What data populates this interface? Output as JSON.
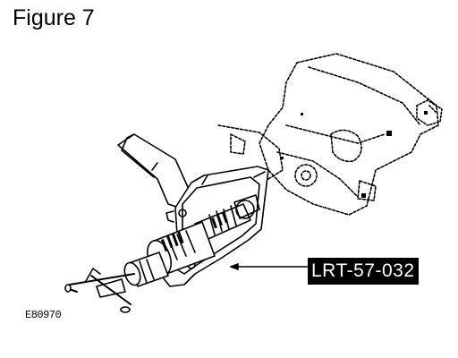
{
  "figure": {
    "title": "Figure 7"
  },
  "callout": {
    "tool_label": "LRT-57-032"
  },
  "reference": {
    "code": "E80970"
  }
}
